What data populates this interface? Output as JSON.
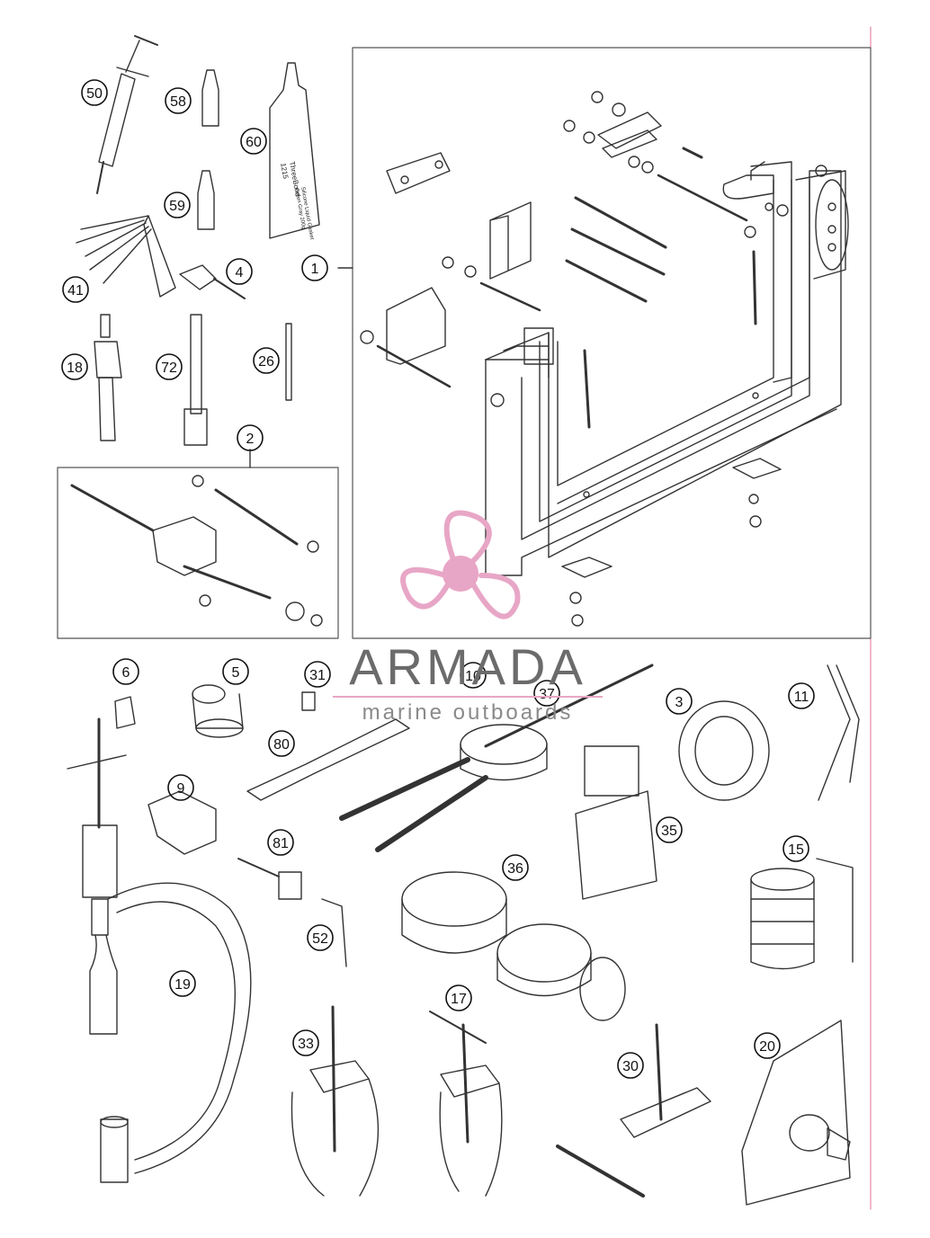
{
  "callouts": [
    {
      "id": "c50",
      "label": "50"
    },
    {
      "id": "c58",
      "label": "58"
    },
    {
      "id": "c60",
      "label": "60"
    },
    {
      "id": "c59",
      "label": "59"
    },
    {
      "id": "c41",
      "label": "41"
    },
    {
      "id": "c4",
      "label": "4"
    },
    {
      "id": "c1",
      "label": "1"
    },
    {
      "id": "c18",
      "label": "18"
    },
    {
      "id": "c72",
      "label": "72"
    },
    {
      "id": "c26",
      "label": "26"
    },
    {
      "id": "c2",
      "label": "2"
    },
    {
      "id": "c6",
      "label": "6"
    },
    {
      "id": "c5",
      "label": "5"
    },
    {
      "id": "c31",
      "label": "31"
    },
    {
      "id": "c10",
      "label": "10"
    },
    {
      "id": "c37",
      "label": "37"
    },
    {
      "id": "c3",
      "label": "3"
    },
    {
      "id": "c11",
      "label": "11"
    },
    {
      "id": "c80",
      "label": "80"
    },
    {
      "id": "c9",
      "label": "9"
    },
    {
      "id": "c35",
      "label": "35"
    },
    {
      "id": "c81",
      "label": "81"
    },
    {
      "id": "c15",
      "label": "15"
    },
    {
      "id": "c36",
      "label": "36"
    },
    {
      "id": "c52",
      "label": "52"
    },
    {
      "id": "c19",
      "label": "19"
    },
    {
      "id": "c17",
      "label": "17"
    },
    {
      "id": "c33",
      "label": "33"
    },
    {
      "id": "c30",
      "label": "30"
    },
    {
      "id": "c20",
      "label": "20"
    }
  ],
  "product_labels": {
    "tube_60_brand": "ThreeBond",
    "tube_60_number": "1215",
    "tube_60_line1": "Silicone Liquid Gasket",
    "tube_60_line2": "Green Gray 200g"
  },
  "watermark": {
    "name": "ARMADA",
    "tagline": "marine outboards",
    "accent_color": "#e8a6c6",
    "logo_icon": "propeller-icon"
  },
  "colors": {
    "line": "#333333",
    "frame": "#555555",
    "margin_rule": "#e07090"
  }
}
